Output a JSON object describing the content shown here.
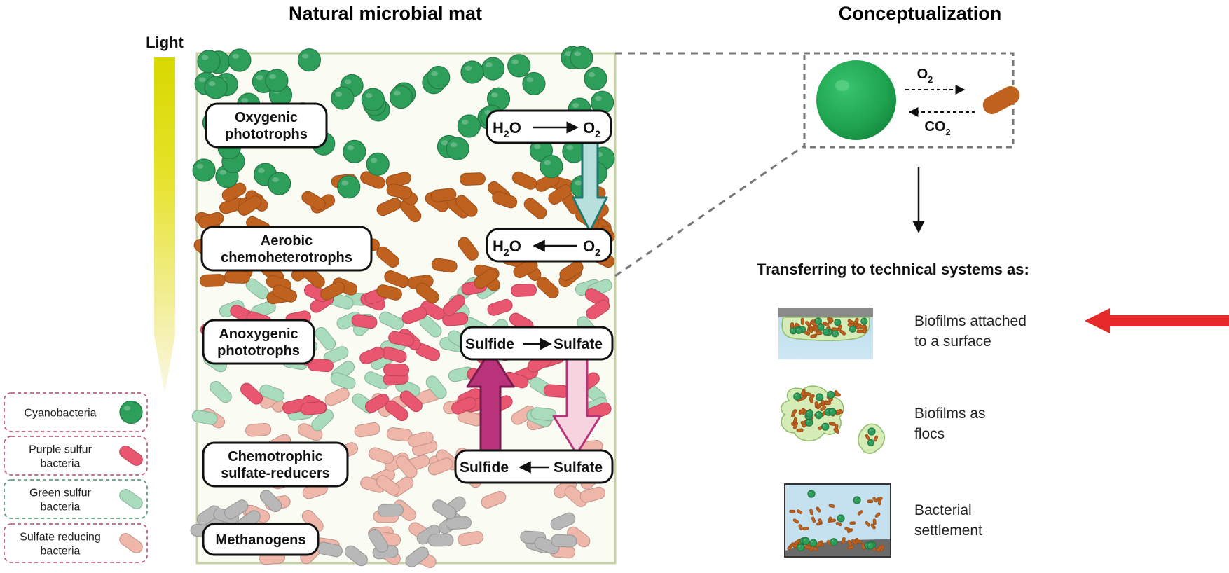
{
  "titles": {
    "left": "Natural microbial mat",
    "right": "Conceptualization"
  },
  "light_label": "Light",
  "legend": [
    {
      "label_lines": [
        "Cyanobacteria"
      ],
      "color": "#2e9e5b",
      "border": "#c2607a",
      "shape": "sphere"
    },
    {
      "label_lines": [
        "Purple sulfur",
        "bacteria"
      ],
      "color": "#e8566f",
      "border": "#c2607a",
      "shape": "rod"
    },
    {
      "label_lines": [
        "Green sulfur",
        "bacteria"
      ],
      "color": "#a9dcbc",
      "border": "#5aa07a",
      "shape": "rod"
    },
    {
      "label_lines": [
        "Sulfate reducing",
        "bacteria"
      ],
      "color": "#efb6aa",
      "border": "#c2607a",
      "shape": "rod"
    }
  ],
  "layers": [
    {
      "lines": [
        "Oxygenic",
        "phototrophs"
      ]
    },
    {
      "lines": [
        "Aerobic",
        "chemoheterotrophs"
      ]
    },
    {
      "lines": [
        "Anoxygenic",
        "phototrophs"
      ]
    },
    {
      "lines": [
        "Chemotrophic",
        "sulfate-reducers"
      ]
    },
    {
      "lines": [
        "Methanogens"
      ]
    }
  ],
  "reactions": [
    {
      "left": "H",
      "left_sub": "2",
      "left_tail": "O",
      "right": "O",
      "right_sub": "2",
      "direction": "forward"
    },
    {
      "left": "H",
      "left_sub": "2",
      "left_tail": "O",
      "right": "O",
      "right_sub": "2",
      "direction": "backward"
    },
    {
      "left": "Sulfide",
      "right": "Sulfate",
      "direction": "forward"
    },
    {
      "left": "Sulfide",
      "right": "Sulfate",
      "direction": "backward"
    }
  ],
  "concept": {
    "top_gas": "O",
    "top_sub": "2",
    "bottom_gas": "CO",
    "bottom_sub": "2"
  },
  "transfer_heading": "Transferring to technical systems as:",
  "systems": [
    {
      "lines": [
        "Biofilms attached",
        "to a surface"
      ],
      "highlighted": true
    },
    {
      "lines": [
        "Biofilms as",
        "flocs"
      ],
      "highlighted": false
    },
    {
      "lines": [
        "Bacterial",
        "settlement"
      ],
      "highlighted": false
    }
  ],
  "colors": {
    "cyano": "#2e9e5b",
    "aerobic": "#c0621f",
    "purple": "#e8566f",
    "green": "#a9dcbc",
    "sulfate_reducer": "#efb6aa",
    "methanogen": "#b8b8b8",
    "mat_background": "#fafbf2",
    "mat_border": "#c6d2a6",
    "teal_arrow": "#b7e0dd",
    "magenta_arrow": "#b8337a",
    "pink_arrow": "#f7d2df",
    "highlight_arrow": "#e62a2a"
  }
}
